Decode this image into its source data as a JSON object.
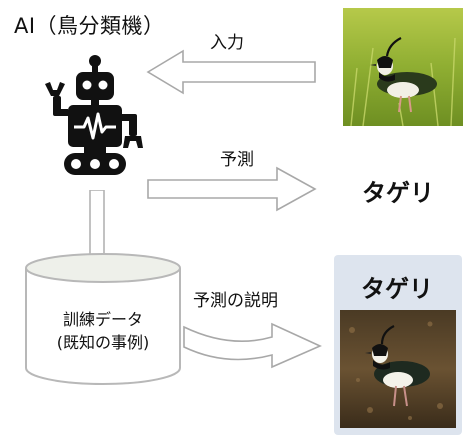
{
  "title": "AI（鳥分類機）",
  "arrows": {
    "input_label": "入力",
    "predict_label": "予測",
    "explain_label": "予測の説明"
  },
  "prediction": "タゲリ",
  "explanation_card": {
    "label": "タゲリ"
  },
  "database": {
    "line1": "訓練データ",
    "line2": "(既知の事例)"
  },
  "images": {
    "input_photo": "lapwing bird standing in green grass",
    "example_photo": "lapwing bird standing on brown soil"
  },
  "icons": {
    "robot": "robot-icon"
  }
}
